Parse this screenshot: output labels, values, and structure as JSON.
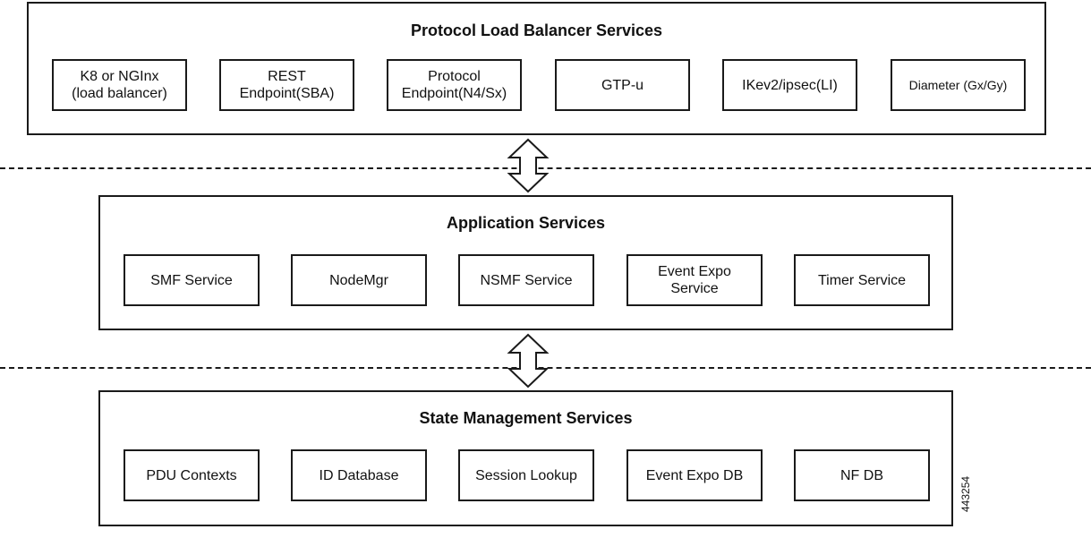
{
  "layers": [
    {
      "title": "Protocol Load Balancer Services",
      "services": [
        "K8 or NGInx\n(load balancer)",
        "REST\nEndpoint(SBA)",
        "Protocol\nEndpoint(N4/Sx)",
        "GTP-u",
        "IKev2/ipsec(LI)",
        "Diameter (Gx/Gy)"
      ]
    },
    {
      "title": "Application Services",
      "services": [
        "SMF Service",
        "NodeMgr",
        "NSMF Service",
        "Event Expo\nService",
        "Timer Service"
      ]
    },
    {
      "title": "State Management Services",
      "services": [
        "PDU Contexts",
        "ID Database",
        "Session Lookup",
        "Event Expo DB",
        "NF DB"
      ]
    }
  ],
  "figure_id": "443254"
}
